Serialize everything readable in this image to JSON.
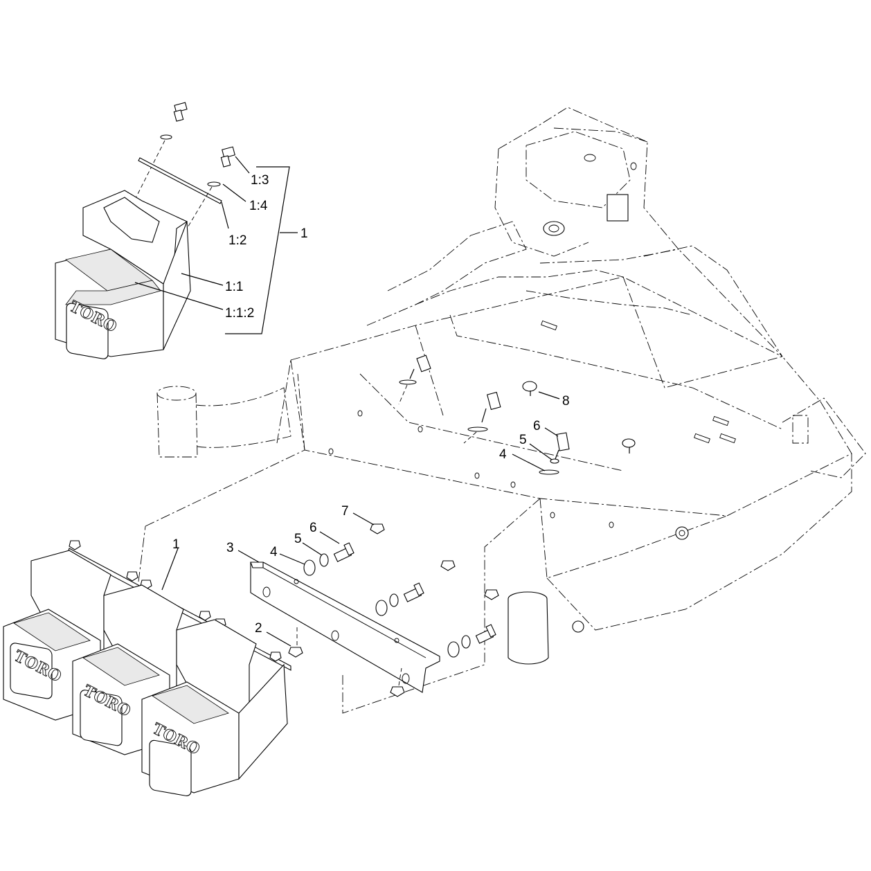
{
  "brand_text": "TORO",
  "callouts": {
    "inset_1_3": "1:3",
    "inset_1_4": "1:4",
    "inset_1_2": "1:2",
    "inset_1_1": "1:1",
    "inset_1_1_2": "1:1:2",
    "inset_1": "1",
    "frame_8": "8",
    "frame_6": "6",
    "frame_5": "5",
    "frame_4": "4",
    "bar_7": "7",
    "bar_6": "6",
    "bar_5": "5",
    "bar_4": "4",
    "bar_3": "3",
    "weights_1": "1",
    "nut_2": "2"
  }
}
